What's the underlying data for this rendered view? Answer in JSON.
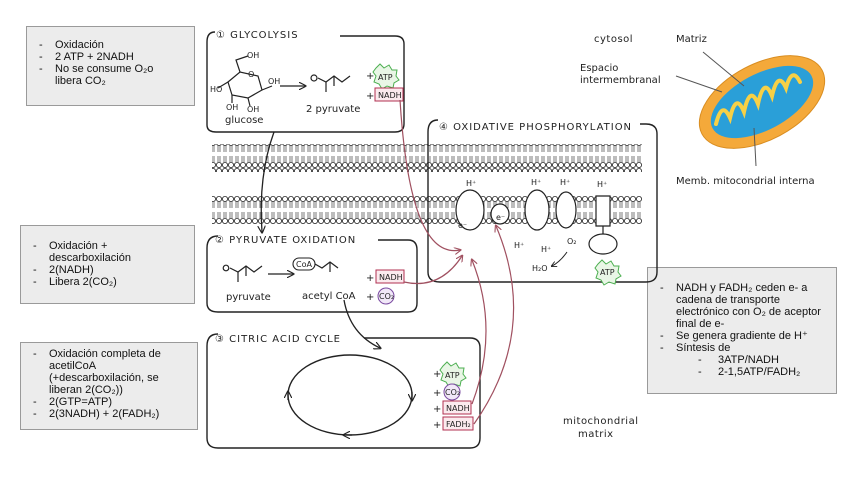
{
  "notes": {
    "glycolysis": [
      "Oxidación",
      "2 ATP + 2NADH",
      "No se consume O₂o libera CO₂"
    ],
    "pyruvate": [
      "Oxidación + descarboxilación",
      "2(NADH)",
      "Libera 2(CO₂)"
    ],
    "krebs": [
      "Oxidación completa de acetilCoA (+descarboxilación, se liberan 2(CO₂))",
      "2(GTP=ATP)",
      "2(3NADH) + 2(FADH₂)"
    ],
    "oxphos": [
      "NADH y FADH₂ ceden e- a cadena de transporte electrónico con O₂ de aceptor final de e-",
      "Se genera gradiente de H⁺",
      "Síntesis de"
    ],
    "oxphos_sub": [
      "3ATP/NADH",
      "2-1,5ATP/FADH₂"
    ]
  },
  "diagram": {
    "stage1_title": "① GLYCOLYSIS",
    "stage2_title": "② PYRUVATE OXIDATION",
    "stage3_title": "③ CITRIC ACID CYCLE",
    "stage4_title": "④ OXIDATIVE PHOSPHORYLATION",
    "glucose": "glucose",
    "pyruvate_2": "2 pyruvate",
    "pyruvate": "pyruvate",
    "acetyl_coa": "acetyl CoA",
    "coa": "CoA",
    "atp": "ATP",
    "nadh": "NADH",
    "fadh2": "FADH₂",
    "co2": "CO₂",
    "h2o": "H₂O",
    "o2": "O₂",
    "h_plus": "H⁺",
    "e_minus": "e⁻",
    "oh": "OH",
    "ho": "HO",
    "o": "O",
    "plus": "+",
    "cytosol": "cytosol",
    "mito_matrix_1": "mitochondrial",
    "mito_matrix_2": "matrix"
  },
  "mito": {
    "matriz": "Matriz",
    "espacio_1": "Espacio",
    "espacio_2": "intermembranal",
    "memb": "Memb. mitocondrial interna"
  },
  "colors": {
    "atp": "#4caf50",
    "nadh": "#b03050",
    "co2": "#7a4aa0",
    "arrow_red": "#a05060",
    "mito_outer": "#f4a93a",
    "mito_inner": "#2a9fd8",
    "mito_cristae": "#f7d046"
  }
}
